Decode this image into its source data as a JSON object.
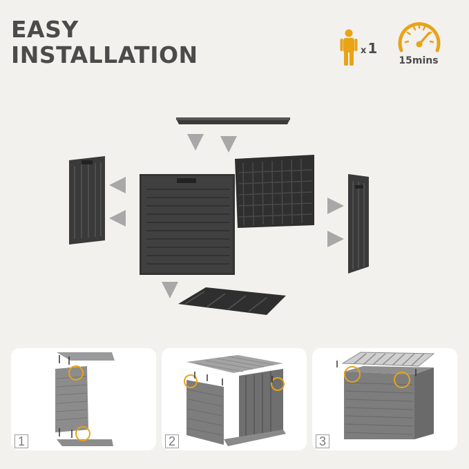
{
  "title": {
    "line1": "EASY",
    "line2": "INSTALLATION"
  },
  "people": {
    "icon": "person-icon",
    "count_label": "x",
    "count": "1"
  },
  "time": {
    "icon": "speedometer-icon",
    "label": "15mins"
  },
  "steps": [
    {
      "number": "1"
    },
    {
      "number": "2"
    },
    {
      "number": "3"
    }
  ],
  "colors": {
    "accent": "#e8a317",
    "title": "#4b4b4b",
    "panel": "#3a3a3a",
    "arrow": "#a8a8a8",
    "background": "#f3f1ee"
  }
}
